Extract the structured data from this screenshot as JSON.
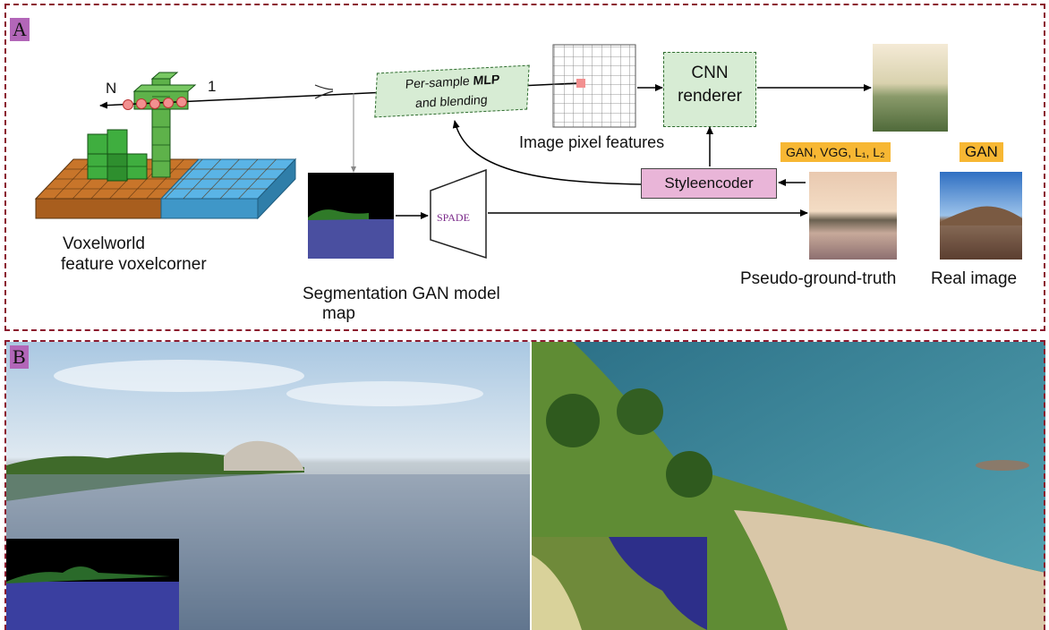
{
  "panel_a": {
    "tag": "A",
    "voxel_n": "N",
    "voxel_1": "1",
    "voxel_label_line1": "Voxelworld",
    "voxel_label_line2": "feature voxelcorner",
    "mlp_line1_prefix": "Per-sample ",
    "mlp_line1_bold": "MLP",
    "mlp_line2": "and blending",
    "image_pixel_features": "Image pixel features",
    "cnn_line1": "CNN",
    "cnn_line2": "renderer",
    "style_encoder": "Styleencoder",
    "loss_label": "GAN, VGG, L₁, L₂",
    "gan_label": "GAN",
    "spade": "SPADE",
    "seg_line1": "Segmentation GAN model",
    "seg_line2": "map",
    "pseudo_gt": "Pseudo-ground-truth",
    "real_image": "Real image"
  },
  "panel_b": {
    "tag": "B"
  },
  "colors": {
    "border": "#8b1a2e",
    "voxel_orange": "#c8752a",
    "voxel_blue": "#5ab4e6",
    "voxel_green": "#3fae3f",
    "sky_blue": "#c9dcef",
    "water": "#4a5aa8",
    "seg_water": "#4a4fa0"
  }
}
